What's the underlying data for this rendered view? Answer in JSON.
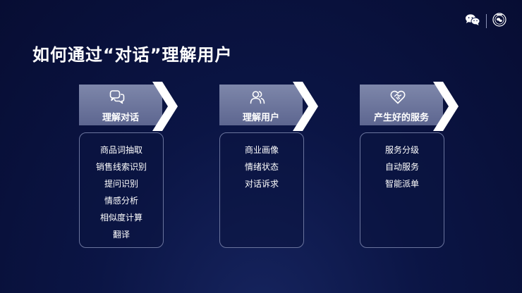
{
  "slide": {
    "title": "如何通过“对话”理解用户"
  },
  "top_icons": [
    "wechat-icon",
    "seal-logo-icon"
  ],
  "columns": [
    {
      "label": "理解对话",
      "icon": "chat-bubbles-icon",
      "items": [
        "商品词抽取",
        "销售线索识别",
        "提问识别",
        "情感分析",
        "相似度计算",
        "翻译"
      ]
    },
    {
      "label": "理解用户",
      "icon": "users-icon",
      "items": [
        "商业画像",
        "情绪状态",
        "对话诉求"
      ]
    },
    {
      "label": "产生好的服务",
      "icon": "heart-handshake-icon",
      "items": [
        "服务分级",
        "自动服务",
        "智能派单"
      ]
    }
  ],
  "colors": {
    "background": "#0b1545",
    "banner": "#6e789e",
    "panel_border": "#6a749d",
    "text": "#ffffff"
  }
}
